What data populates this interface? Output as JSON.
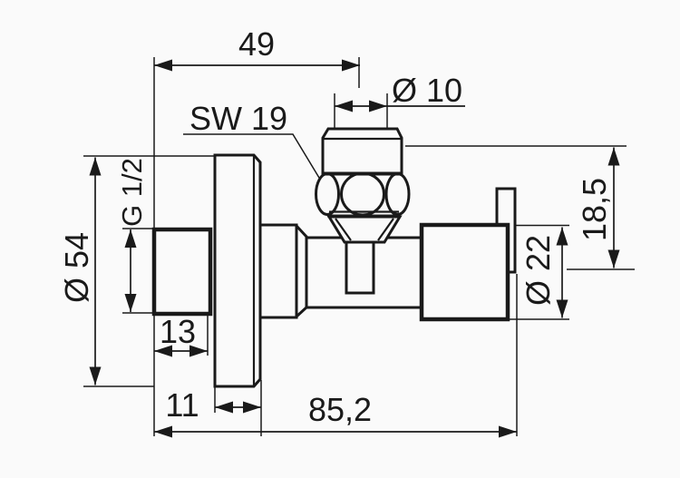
{
  "page": {
    "background_color": "#fafafa",
    "line_color": "#1a1a1a"
  },
  "labels": {
    "depth_to_outlet_axis": "49",
    "outlet_pipe_diameter": "Ø 10",
    "nut_wrench_size": "SW 19",
    "inlet_thread_size": "G 1/2",
    "escutcheon_diameter": "Ø 54",
    "outlet_offset_height": "18,5",
    "handle_diameter": "Ø 22",
    "thread_length": "13",
    "escutcheon_depth": "11",
    "overall_length": "85,2"
  }
}
